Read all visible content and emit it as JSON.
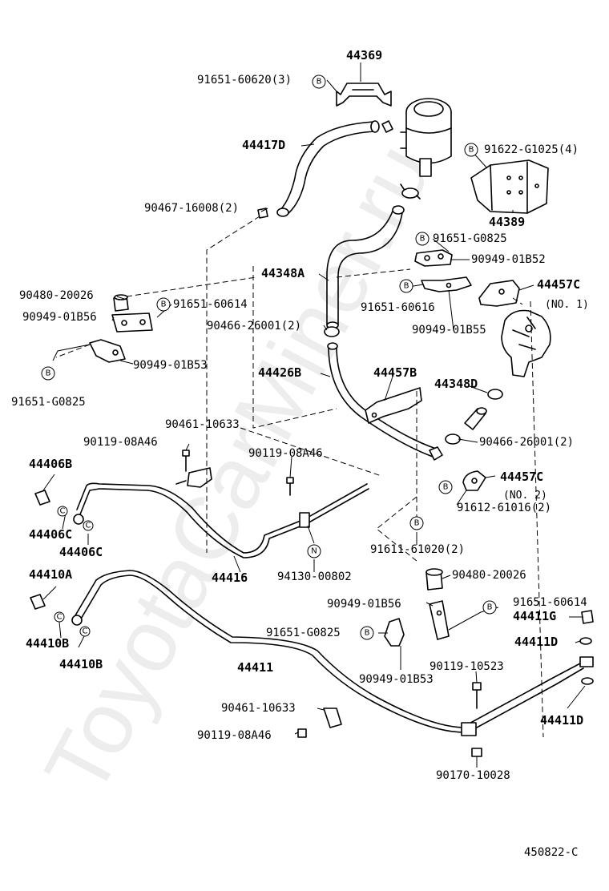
{
  "watermark": "ToyotaCarMiner.ru",
  "diagram_code": "450822-C",
  "circle_marks": {
    "b": "B",
    "c": "C",
    "n": "N"
  },
  "labels": {
    "p44369": "44369",
    "p91651_60620": "91651-60620(3)",
    "p44417D": "44417D",
    "p91622_G1025": "91622-G1025(4)",
    "p90467_16008": "90467-16008(2)",
    "p44389": "44389",
    "p91651_G0825_a": "91651-G0825",
    "p90949_01B52": "90949-01B52",
    "p44348A": "44348A",
    "p44457C_1": "44457C",
    "p44457C_1_sub": "(NO. 1)",
    "p90480_20026_a": "90480-20026",
    "p91651_60614_a": "91651-60614",
    "p91651_60616": "91651-60616",
    "p90949_01B56_a": "90949-01B56",
    "p90466_26001_a": "90466-26001(2)",
    "p90949_01B55": "90949-01B55",
    "p90949_01B53_a": "90949-01B53",
    "p44426B": "44426B",
    "p44457B": "44457B",
    "p91651_G0825_b": "91651-G0825",
    "p44348D": "44348D",
    "p90461_10633_a": "90461-10633",
    "p90119_08A46_a": "90119-08A46",
    "p90466_26001_b": "90466-26001(2)",
    "p44406B": "44406B",
    "p90119_08A46_b": "90119-08A46",
    "p44457C_2": "44457C",
    "p44457C_2_sub": "(NO. 2)",
    "p91612_61016": "91612-61016(2)",
    "p44406C_a": "44406C",
    "p44406C_b": "44406C",
    "p44416": "44416",
    "p94130_00802": "94130-00802",
    "p91611_61020": "91611-61020(2)",
    "p44410A": "44410A",
    "p90480_20026_b": "90480-20026",
    "p90949_01B56_b": "90949-01B56",
    "p91651_60614_b": "91651-60614",
    "p44411G": "44411G",
    "p44410B_a": "44410B",
    "p91651_G0825_c": "91651-G0825",
    "p44411D_a": "44411D",
    "p44410B_b": "44410B",
    "p44411": "44411",
    "p90119_10523": "90119-10523",
    "p90949_01B53_b": "90949-01B53",
    "p90461_10633_b": "90461-10633",
    "p44411D_b": "44411D",
    "p90119_08A46_c": "90119-08A46",
    "p90170_10028": "90170-10028"
  }
}
